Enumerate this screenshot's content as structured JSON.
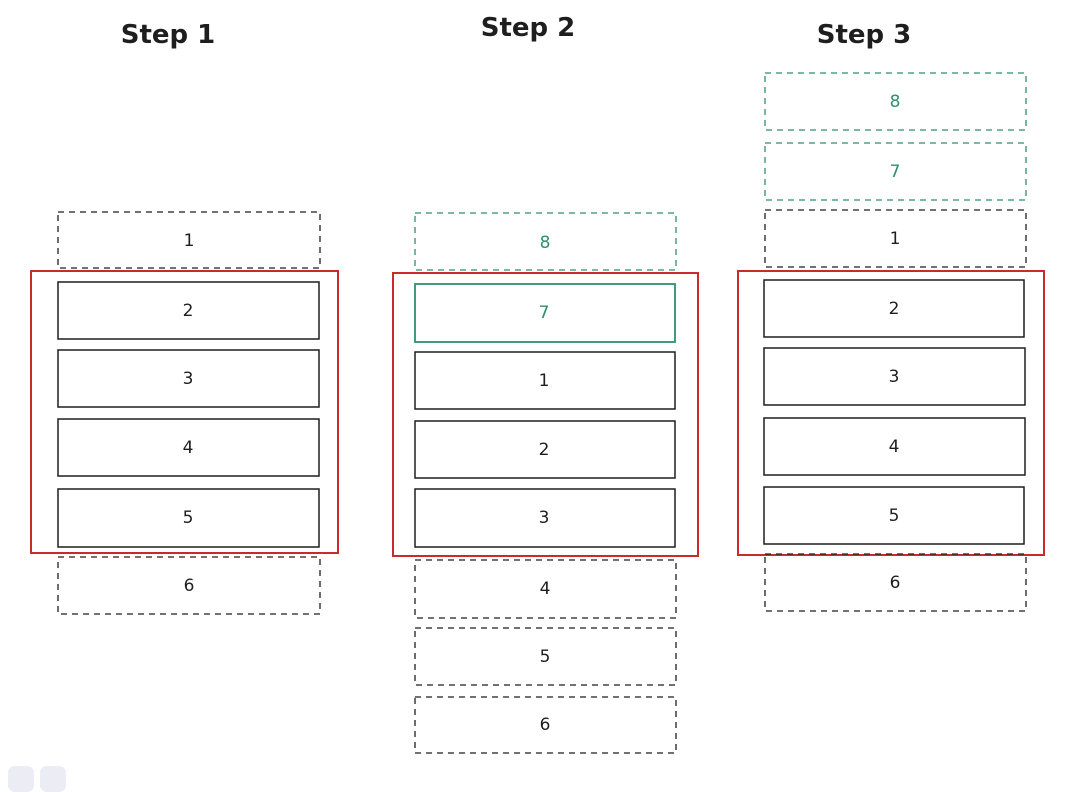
{
  "steps": [
    {
      "title": "Step 1",
      "items": [
        {
          "label": "1",
          "style": "dashed",
          "in_window": false
        },
        {
          "label": "2",
          "style": "solid",
          "in_window": true
        },
        {
          "label": "3",
          "style": "solid",
          "in_window": true
        },
        {
          "label": "4",
          "style": "solid",
          "in_window": true
        },
        {
          "label": "5",
          "style": "solid",
          "in_window": true
        },
        {
          "label": "6",
          "style": "dashed",
          "in_window": false
        }
      ]
    },
    {
      "title": "Step 2",
      "items": [
        {
          "label": "8",
          "style": "dashed-green",
          "in_window": false
        },
        {
          "label": "7",
          "style": "solid-green",
          "in_window": true
        },
        {
          "label": "1",
          "style": "solid",
          "in_window": true
        },
        {
          "label": "2",
          "style": "solid",
          "in_window": true
        },
        {
          "label": "3",
          "style": "solid",
          "in_window": true
        },
        {
          "label": "4",
          "style": "dashed",
          "in_window": false
        },
        {
          "label": "5",
          "style": "dashed",
          "in_window": false
        },
        {
          "label": "6",
          "style": "dashed",
          "in_window": false
        }
      ]
    },
    {
      "title": "Step 3",
      "items": [
        {
          "label": "8",
          "style": "dashed-green",
          "in_window": false
        },
        {
          "label": "7",
          "style": "dashed-green",
          "in_window": false
        },
        {
          "label": "1",
          "style": "dashed",
          "in_window": false
        },
        {
          "label": "2",
          "style": "solid",
          "in_window": true
        },
        {
          "label": "3",
          "style": "solid",
          "in_window": true
        },
        {
          "label": "4",
          "style": "solid",
          "in_window": true
        },
        {
          "label": "5",
          "style": "solid",
          "in_window": true
        },
        {
          "label": "6",
          "style": "dashed",
          "in_window": false
        }
      ]
    }
  ],
  "colors": {
    "ink": "#1e1e1e",
    "window": "#c92a2a",
    "new_item": "#2f8f6c"
  }
}
